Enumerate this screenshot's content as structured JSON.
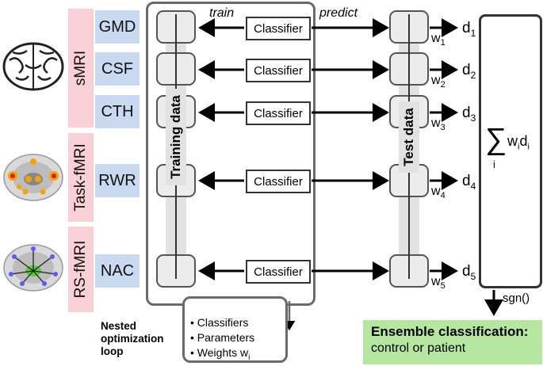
{
  "modalities": [
    {
      "label": "sMRI",
      "features": [
        "GMD",
        "CSF",
        "CTH"
      ]
    },
    {
      "label": "Task-fMRI",
      "features": [
        "RWR"
      ]
    },
    {
      "label": "RS-fMRI",
      "features": [
        "NAC"
      ]
    }
  ],
  "classifier_label": "Classifier",
  "arrow_labels": {
    "train": "train",
    "predict": "predict"
  },
  "columns": {
    "training": "Training data",
    "test": "Test data"
  },
  "outputs": [
    {
      "d": "d",
      "d_sub": "1",
      "w": "w",
      "w_sub": "1"
    },
    {
      "d": "d",
      "d_sub": "2",
      "w": "w",
      "w_sub": "2"
    },
    {
      "d": "d",
      "d_sub": "3",
      "w": "w",
      "w_sub": "3"
    },
    {
      "d": "d",
      "d_sub": "4",
      "w": "w",
      "w_sub": "4"
    },
    {
      "d": "d",
      "d_sub": "5",
      "w": "w",
      "w_sub": "5"
    }
  ],
  "sum_formula": {
    "sigma": "∑",
    "index": "i",
    "term": "w",
    "term_sub": "i",
    "term2": "d",
    "term2_sub": "i"
  },
  "sgn_label": "sgn()",
  "ensemble": {
    "title": "Ensemble classification:",
    "subtitle": "control or patient"
  },
  "nested_loop": {
    "label": "Nested optimization loop",
    "items": [
      "Classifiers",
      "Parameters",
      "Weights w"
    ],
    "last_sub": "i"
  },
  "colors": {
    "modality_bg": "#f8d0d5",
    "feature_bg": "#c9d9f0",
    "ensemble_bg": "#b6e7a1",
    "activation": "#f5a300"
  }
}
